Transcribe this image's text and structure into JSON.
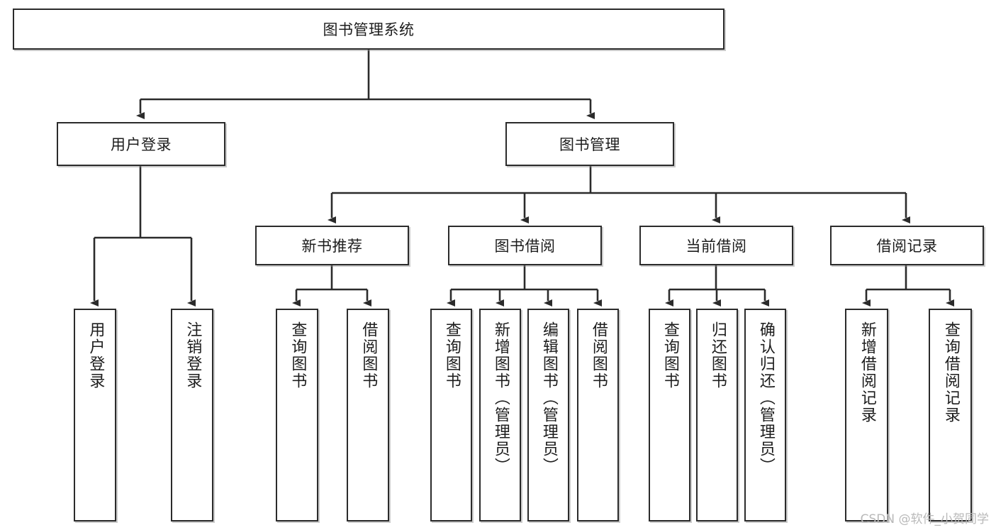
{
  "diagram": {
    "type": "tree-hierarchy",
    "title": "图书管理系统",
    "watermark": "CSDN @软件_小贺同学",
    "colors": {
      "border": "#2b2b2b",
      "background": "#ffffff",
      "text": "#1d1d1d",
      "connector": "#2b2b2b",
      "watermark": "#b9b9b9"
    },
    "root": {
      "id": "root",
      "label": "图书管理系统",
      "orientation": "horizontal"
    },
    "level2": [
      {
        "id": "user-login",
        "label": "用户登录",
        "orientation": "horizontal"
      },
      {
        "id": "book-manage",
        "label": "图书管理",
        "orientation": "horizontal"
      }
    ],
    "level3": [
      {
        "id": "new-book-recommend",
        "label": "新书推荐",
        "orientation": "horizontal",
        "parent": "book-manage"
      },
      {
        "id": "book-borrow",
        "label": "图书借阅",
        "orientation": "horizontal",
        "parent": "book-manage"
      },
      {
        "id": "current-borrow",
        "label": "当前借阅",
        "orientation": "horizontal",
        "parent": "book-manage"
      },
      {
        "id": "borrow-record",
        "label": "借阅记录",
        "orientation": "horizontal",
        "parent": "book-manage"
      }
    ],
    "leaves": [
      {
        "id": "leaf-user-login",
        "label": "用户登录",
        "parent": "user-login",
        "orientation": "vertical"
      },
      {
        "id": "leaf-user-logout",
        "label": "注销登录",
        "parent": "user-login",
        "orientation": "vertical"
      },
      {
        "id": "leaf-query-book-1",
        "label": "查询图书",
        "parent": "new-book-recommend",
        "orientation": "vertical"
      },
      {
        "id": "leaf-borrow-book-1",
        "label": "借阅图书",
        "parent": "new-book-recommend",
        "orientation": "vertical"
      },
      {
        "id": "leaf-query-book-2",
        "label": "查询图书",
        "parent": "book-borrow",
        "orientation": "vertical"
      },
      {
        "id": "leaf-add-book",
        "label": "新增图书（管理员）",
        "parent": "book-borrow",
        "orientation": "vertical"
      },
      {
        "id": "leaf-edit-book",
        "label": "编辑图书（管理员）",
        "parent": "book-borrow",
        "orientation": "vertical"
      },
      {
        "id": "leaf-borrow-book-2",
        "label": "借阅图书",
        "parent": "book-borrow",
        "orientation": "vertical"
      },
      {
        "id": "leaf-query-book-3",
        "label": "查询图书",
        "parent": "current-borrow",
        "orientation": "vertical"
      },
      {
        "id": "leaf-return-book",
        "label": "归还图书",
        "parent": "current-borrow",
        "orientation": "vertical"
      },
      {
        "id": "leaf-confirm-return",
        "label": "确认归还（管理员）",
        "parent": "current-borrow",
        "orientation": "vertical"
      },
      {
        "id": "leaf-add-record",
        "label": "新增借阅记录",
        "parent": "borrow-record",
        "orientation": "vertical"
      },
      {
        "id": "leaf-query-record",
        "label": "查询借阅记录",
        "parent": "borrow-record",
        "orientation": "vertical"
      }
    ]
  }
}
